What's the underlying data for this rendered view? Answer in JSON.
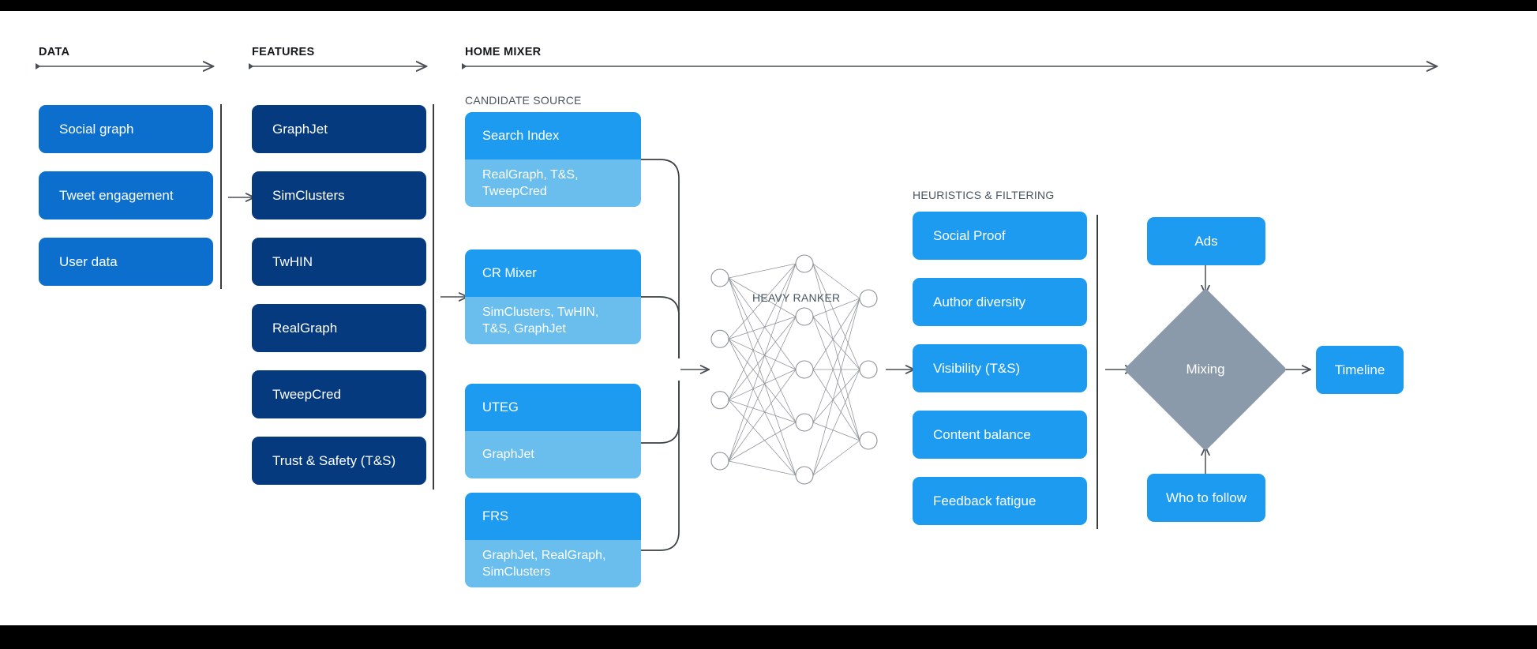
{
  "sections": {
    "data": {
      "title": "DATA"
    },
    "features": {
      "title": "FEATURES"
    },
    "home_mixer": {
      "title": "HOME MIXER"
    },
    "candidate_source": {
      "title": "CANDIDATE SOURCE"
    },
    "heavy_ranker": {
      "title": "HEAVY RANKER"
    },
    "heuristics": {
      "title": "HEURISTICS & FILTERING"
    }
  },
  "data_boxes": [
    {
      "label": "Social graph"
    },
    {
      "label": "Tweet engagement"
    },
    {
      "label": "User data"
    }
  ],
  "feature_boxes": [
    {
      "label": "GraphJet"
    },
    {
      "label": "SimClusters"
    },
    {
      "label": "TwHIN"
    },
    {
      "label": "RealGraph"
    },
    {
      "label": "TweepCred"
    },
    {
      "label": "Trust & Safety (T&S)"
    }
  ],
  "candidate_sources": [
    {
      "name": "Search Index",
      "features": "RealGraph, T&S,\nTweepCred"
    },
    {
      "name": "CR Mixer",
      "features": "SimClusters, TwHIN,\nT&S, GraphJet"
    },
    {
      "name": "UTEG",
      "features": "GraphJet"
    },
    {
      "name": "FRS",
      "features": "GraphJet, RealGraph,\nSimClusters"
    }
  ],
  "heuristic_boxes": [
    {
      "label": "Social Proof"
    },
    {
      "label": "Author diversity"
    },
    {
      "label": "Visibility (T&S)"
    },
    {
      "label": "Content balance"
    },
    {
      "label": "Feedback fatigue"
    }
  ],
  "mixing": {
    "label": "Mixing",
    "ads_label": "Ads",
    "who_to_follow_label": "Who to follow",
    "timeline_label": "Timeline"
  },
  "neural_net": {
    "input_nodes": 4,
    "hidden_nodes": 5,
    "output_nodes": 3
  },
  "colors": {
    "data_blue": "#0c6fce",
    "feature_navy": "#053a7f",
    "bright_blue": "#1d9bf0",
    "light_blue": "#69beee",
    "diamond_gray": "#8b9aab",
    "arrow_gray": "#4a4f57",
    "text_dark": "#16181c",
    "text_muted": "#4a5560"
  }
}
